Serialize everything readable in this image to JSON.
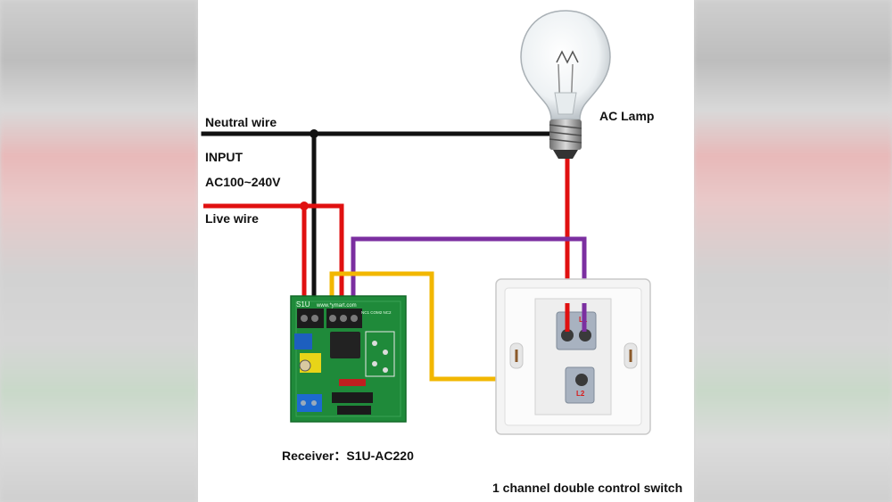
{
  "labels": {
    "neutral_wire": "Neutral wire",
    "input": "INPUT",
    "voltage": "AC100~240V",
    "live_wire": "Live wire",
    "ac_lamp": "AC Lamp",
    "receiver": "Receiver：S1U-AC220",
    "switch_caption": "1 channel double control switch"
  },
  "board": {
    "model": "S1U",
    "site": "www.*ymart.com",
    "terminals": "NC1 COM2 NC2"
  },
  "switch_terminals": {
    "l": "L",
    "l1": "L1",
    "l2": "L2"
  },
  "wire_colors": {
    "neutral": "#111111",
    "live": "#e01010",
    "purple": "#7b2fa0",
    "yellow": "#f2b700"
  }
}
